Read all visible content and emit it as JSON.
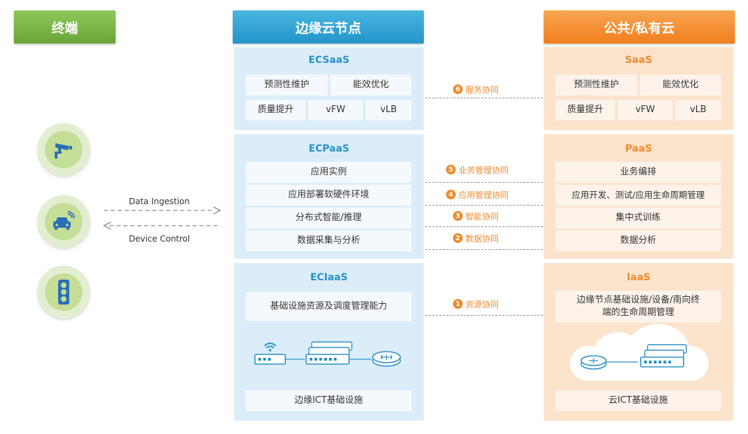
{
  "headers": {
    "terminal": "终端",
    "edge": "边缘云节点",
    "cloud": "公共/私有云"
  },
  "edge": {
    "saas": {
      "title": "ECSaaS",
      "items": [
        "预测性维护",
        "能效优化",
        "质量提升",
        "vFW",
        "vLB"
      ]
    },
    "paas": {
      "title": "ECPaaS",
      "items": [
        "应用实例",
        "应用部署软硬件环境",
        "分布式智能/推理",
        "数据采集与分析"
      ]
    },
    "iaas": {
      "title": "ECIaaS",
      "items": [
        "基础设施资源及调度管理能力"
      ],
      "footer": "边缘ICT基础设施"
    }
  },
  "cloud": {
    "saas": {
      "title": "SaaS",
      "items": [
        "预测性维护",
        "能效优化",
        "质量提升",
        "vFW",
        "vLB"
      ]
    },
    "paas": {
      "title": "PaaS",
      "items": [
        "业务编排",
        "应用开发、测试/应用生命周期管理",
        "集中式训练",
        "数据分析"
      ]
    },
    "iaas": {
      "title": "IaaS",
      "items": [
        "边缘节点基础设施/设备/南向终端的生命周期管理"
      ],
      "footer": "云ICT基础设施"
    }
  },
  "links": [
    {
      "num": "6",
      "label": "服务协同"
    },
    {
      "num": "5",
      "label": "业务管理协同"
    },
    {
      "num": "4",
      "label": "应用管理协同"
    },
    {
      "num": "3",
      "label": "智能协同"
    },
    {
      "num": "2",
      "label": "数据协同"
    },
    {
      "num": "1",
      "label": "资源协同"
    }
  ],
  "flows": {
    "ingestion": "Data Ingestion",
    "control": "Device Control"
  },
  "icons": [
    "camera-icon",
    "car-icon",
    "traffic-light-icon"
  ],
  "colors": {
    "green": "#7bb848",
    "blue": "#2a90c8",
    "orange": "#f08a2c"
  }
}
